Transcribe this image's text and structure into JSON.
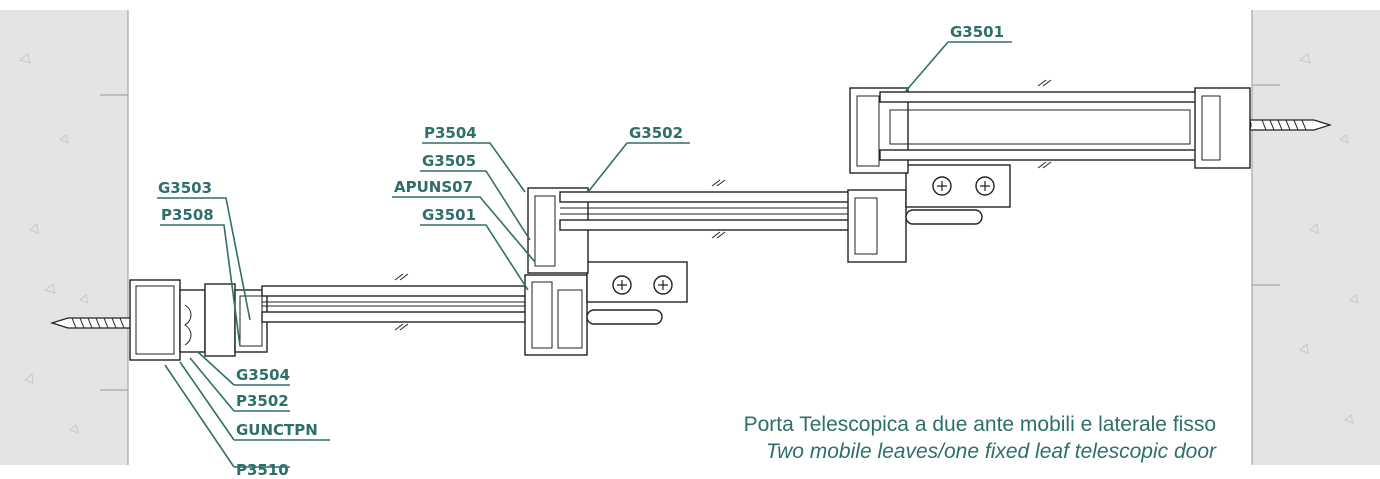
{
  "labels": {
    "top_right_g3501": "G3501",
    "p3504": "P3504",
    "g3502": "G3502",
    "g3505": "G3505",
    "apuns07": "APUNS07",
    "mid_g3501": "G3501",
    "g3503": "G3503",
    "p3508": "P3508",
    "g3504": "G3504",
    "p3502": "P3502",
    "gunctpn": "GUNCTPN",
    "p3510": "P3510"
  },
  "caption": {
    "italian": "Porta Telescopica a due ante mobili e laterale fisso",
    "english": "Two mobile leaves/one fixed leaf telescopic door"
  },
  "colors": {
    "label": "#2e6f6a",
    "wall": "#e4e4e4",
    "line": "#222222"
  }
}
